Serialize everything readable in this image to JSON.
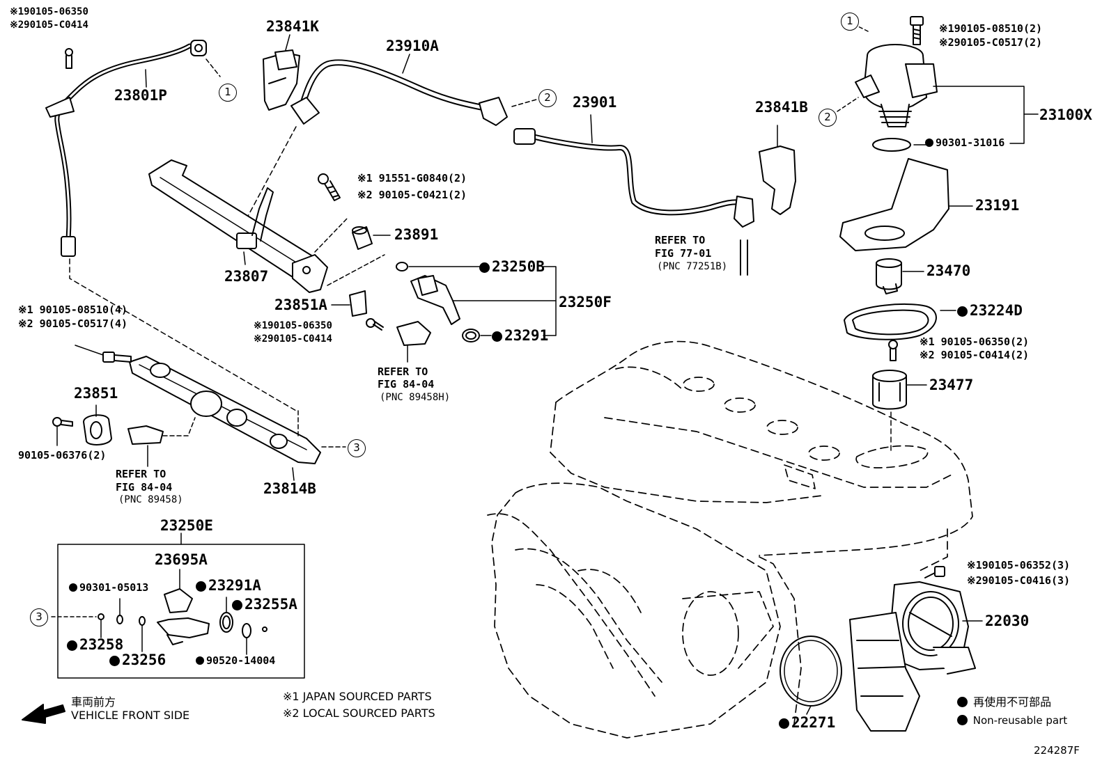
{
  "labels": {
    "p23801P": "23801P",
    "p23841K": "23841K",
    "p23910A": "23910A",
    "p23901": "23901",
    "p23841B": "23841B",
    "p23100X": "23100X",
    "p90301_31016": "90301-31016",
    "p23191": "23191",
    "p23470": "23470",
    "p23224D": "23224D",
    "p23477": "23477",
    "p23807": "23807",
    "p23891": "23891",
    "p23851A": "23851A",
    "p23250B": "23250B",
    "p23250F": "23250F",
    "p23291": "23291",
    "p23851": "23851",
    "p90105_06376": "90105-06376(2)",
    "p23814B": "23814B",
    "p23250E": "23250E",
    "p23695A": "23695A",
    "p90301_05013": "90301-05013",
    "p23291A": "23291A",
    "p23255A": "23255A",
    "p23258": "23258",
    "p23256": "23256",
    "p90520_14004": "90520-14004",
    "p22030": "22030",
    "p22271": "22271",
    "figure_id": "224287F"
  },
  "bolt_refs": {
    "tl_1": "※190105-06350",
    "tl_2": "※290105-C0414",
    "tr_1": "※190105-08510(2)",
    "tr_2": "※290105-C0517(2)",
    "mid_1": "※1 91551-G0840(2)",
    "mid_2": "※2 90105-C0421(2)",
    "left_1": "※1 90105-08510(4)",
    "left_2": "※2 90105-C0517(4)",
    "center_1": "※190105-06350",
    "center_2": "※290105-C0414",
    "right_1": "※1 90105-06350(2)",
    "right_2": "※2 90105-C0414(2)",
    "tb_1": "※190105-06352(3)",
    "tb_2": "※290105-C0416(3)"
  },
  "refs": {
    "ref77_line1": "REFER TO",
    "ref77_line2": "FIG 77-01",
    "ref77_line3": "(PNC 77251B)",
    "ref84a_line1": "REFER TO",
    "ref84a_line2": "FIG 84-04",
    "ref84a_line3": "(PNC 89458H)",
    "ref84b_line1": "REFER TO",
    "ref84b_line2": "FIG 84-04",
    "ref84b_line3": "(PNC 89458)"
  },
  "callouts": {
    "c1": "1",
    "c2": "2",
    "c3": "3"
  },
  "legend": {
    "vehicle_front_jp": "車両前方",
    "vehicle_front_en": "VEHICLE FRONT SIDE",
    "note1": "※1 JAPAN SOURCED PARTS",
    "note2": "※2 LOCAL SOURCED PARTS",
    "nonreuse_jp": "再使用不可部品",
    "nonreuse_en": "Non-reusable part"
  }
}
